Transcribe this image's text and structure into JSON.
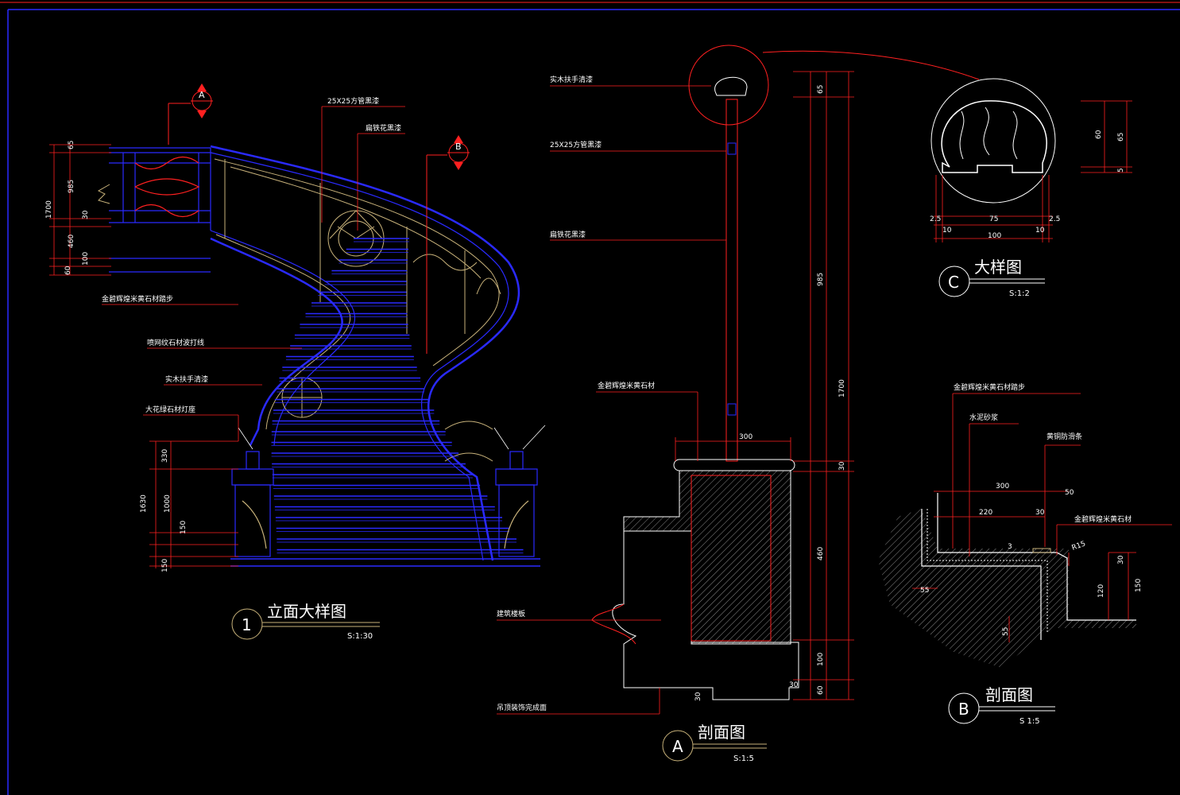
{
  "colors": {
    "background": "#000000",
    "blue": "#2a2aff",
    "red": "#ff2020",
    "tan": "#c8b27a",
    "white": "#ffffff",
    "hatch": "#8a8a8a"
  },
  "elevation": {
    "title": "立面大样图",
    "number": "1",
    "scale": "S:1:30",
    "labels": {
      "steel_tube": "25X25方管黑漆",
      "wrought_iron": "扁铁花黑漆",
      "marble_step": "金碧辉煌米黄石材踏步",
      "waterjet_line": "喷网纹石材波打线",
      "handrail": "实木扶手清漆",
      "lamp_base": "大花绿石材灯座"
    },
    "markers": {
      "a": "A",
      "b": "B"
    },
    "dims_top": [
      "65",
      "985",
      "30",
      "460",
      "100",
      "60",
      "1700"
    ],
    "dims_post": [
      "330",
      "1000",
      "150",
      "150",
      "1630"
    ]
  },
  "section_a": {
    "title": "剖面图",
    "letter": "A",
    "scale": "S:1:5",
    "labels": {
      "handrail": "实木扶手清漆",
      "steel_tube": "25X25方管黑漆",
      "wrought_iron": "扁铁花黑漆",
      "marble": "金碧辉煌米黄石材",
      "stair_slab": "建筑楼板",
      "ceiling": "吊顶装饰完成面"
    },
    "dims": [
      "65",
      "985",
      "1700",
      "30",
      "460",
      "100",
      "60",
      "300",
      "30",
      "30"
    ]
  },
  "detail_c": {
    "title": "大样图",
    "letter": "C",
    "scale": "S:1:2",
    "dims": [
      "60",
      "65",
      "5",
      "2.5",
      "75",
      "2.5",
      "10",
      "10",
      "100"
    ]
  },
  "section_b": {
    "title": "剖面图",
    "letter": "B",
    "scale": "S 1:5",
    "labels": {
      "marble_step": "金碧辉煌米黄石材踏步",
      "mortar": "水泥砂浆",
      "brass_strip": "黄铜防滑条",
      "marble": "金碧辉煌米黄石材"
    },
    "dims": [
      "300",
      "220",
      "50",
      "30",
      "R15",
      "30",
      "120",
      "150",
      "55",
      "55",
      "3"
    ]
  }
}
